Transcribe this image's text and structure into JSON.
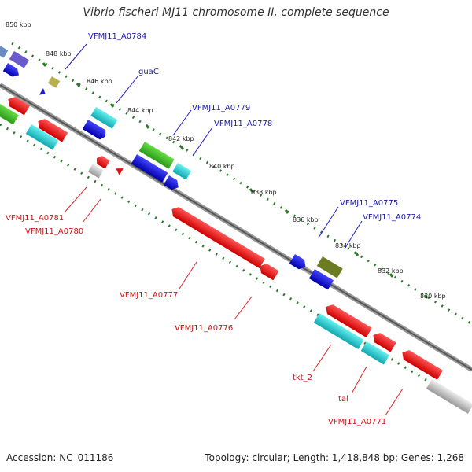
{
  "title": "Vibrio fischeri MJ11 chromosome II, complete sequence",
  "footer": {
    "accession": "Accession: NC_011186",
    "summary": "Topology: circular; Length: 1,418,848 bp; Genes: 1,268"
  },
  "colors": {
    "forward_label": "#1a1aa8",
    "reverse_label": "#cc1111",
    "backbone": "#7a7a7a",
    "tick": "#2a7a2a"
  },
  "ticks": [
    "850 kbp",
    "848 kbp",
    "846 kbp",
    "844 kbp",
    "842 kbp",
    "840 kbp",
    "838 kbp",
    "836 kbp",
    "834 kbp",
    "832 kbp",
    "830 kbp"
  ],
  "forward_labels": [
    "VFMJ11_A0784",
    "guaC",
    "VFMJ11_A0779",
    "VFMJ11_A0778",
    "VFMJ11_A0775",
    "VFMJ11_A0774"
  ],
  "reverse_labels": [
    "VFMJ11_A0781",
    "VFMJ11_A0780",
    "VFMJ11_A0777",
    "VFMJ11_A0776",
    "tkt_2",
    "tal",
    "VFMJ11_A0771"
  ]
}
